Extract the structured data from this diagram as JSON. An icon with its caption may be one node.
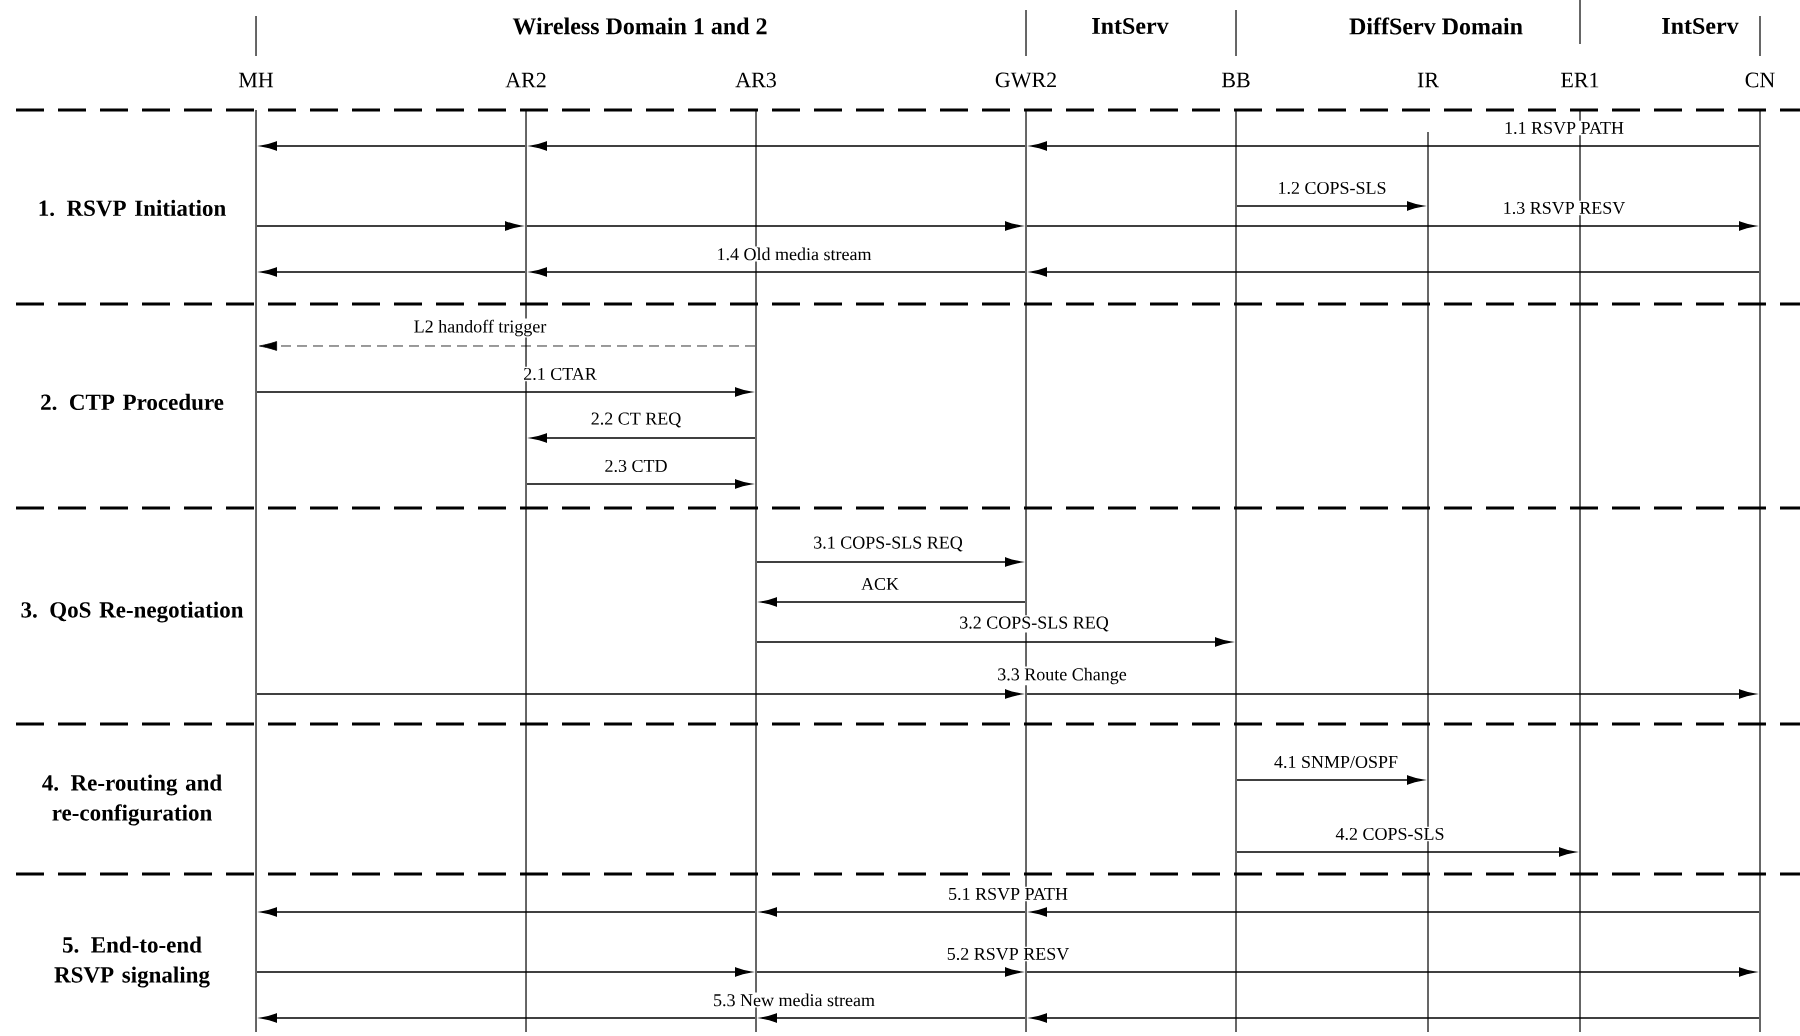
{
  "diagram": {
    "nodes": [
      {
        "text": [
          "MH"
        ]
      },
      {
        "text": [
          "AR2"
        ]
      },
      {
        "text": [
          "AR3"
        ]
      },
      {
        "text": [
          "GWR2"
        ]
      },
      {
        "text": [
          "BB"
        ]
      },
      {
        "text": [
          "IR"
        ]
      },
      {
        "text": [
          "ER1"
        ]
      },
      {
        "text": [
          "CN"
        ]
      }
    ],
    "edges": [
      {
        "from": 3,
        "to": 1,
        "arrow": "to"
      },
      {
        "from": 1,
        "to": 0,
        "arrow": "to"
      },
      {
        "from": 7,
        "to": 3,
        "arrow": "to",
        "label": "1.1 RSVP PATH"
      },
      {
        "from": 4,
        "to": 5,
        "arrow": "to",
        "label": "1.2 COPS-SLS"
      },
      {
        "from": 0,
        "to": 1,
        "arrow": "to"
      },
      {
        "from": 1,
        "to": 3,
        "arrow": "to"
      },
      {
        "from": 3,
        "to": 7,
        "arrow": "to",
        "label": "1.3 RSVP RESV"
      },
      {
        "from": 3,
        "to": 1,
        "arrow": "to",
        "label": "1.4 Old media stream"
      },
      {
        "from": 1,
        "to": 0,
        "arrow": "to"
      },
      {
        "from": 7,
        "to": 3,
        "arrow": "to"
      },
      {
        "from": 2,
        "to": 0,
        "arrow": "to",
        "style": "dashed",
        "label": "L2 handoff trigger"
      },
      {
        "from": 0,
        "to": 2,
        "arrow": "to",
        "label": "2.1 CTAR"
      },
      {
        "from": 2,
        "to": 1,
        "arrow": "to",
        "label": "2.2 CT REQ"
      },
      {
        "from": 1,
        "to": 2,
        "arrow": "to",
        "label": "2.3 CTD"
      },
      {
        "from": 2,
        "to": 3,
        "arrow": "to",
        "label": "3.1 COPS-SLS REQ"
      },
      {
        "from": 3,
        "to": 2,
        "arrow": "to",
        "label": "ACK"
      },
      {
        "from": 2,
        "to": 4,
        "arrow": "to",
        "label": "3.2 COPS-SLS REQ"
      },
      {
        "from": 0,
        "to": 3,
        "arrow": "to",
        "label": "3.3 Route Change"
      },
      {
        "from": 3,
        "to": 7,
        "arrow": "to"
      },
      {
        "from": 4,
        "to": 5,
        "arrow": "to",
        "label": "4.1 SNMP/OSPF"
      },
      {
        "from": 4,
        "to": 6,
        "arrow": "to",
        "label": "4.2 COPS-SLS"
      },
      {
        "from": 7,
        "to": 3,
        "arrow": "to"
      },
      {
        "from": 3,
        "to": 2,
        "arrow": "to",
        "label": "5.1 RSVP PATH"
      },
      {
        "from": 2,
        "to": 0,
        "arrow": "to"
      },
      {
        "from": 0,
        "to": 2,
        "arrow": "to"
      },
      {
        "from": 2,
        "to": 3,
        "arrow": "to",
        "label": "5.2 RSVP RESV"
      },
      {
        "from": 3,
        "to": 7,
        "arrow": "to"
      },
      {
        "from": 3,
        "to": 2,
        "arrow": "to",
        "label": "5.3 New media stream"
      },
      {
        "from": 2,
        "to": 0,
        "arrow": "to"
      },
      {
        "from": 7,
        "to": 3,
        "arrow": "to"
      }
    ],
    "labels": [
      "Wireless Domain 1 and 2",
      "IntServ",
      "DiffServ Domain",
      "IntServ",
      "1. RSVP Initiation",
      "2. CTP Procedure",
      "3. QoS Re-negotiation",
      "4. Re-routing and re-configuration",
      "5. End-to-end RSVP signaling"
    ]
  }
}
